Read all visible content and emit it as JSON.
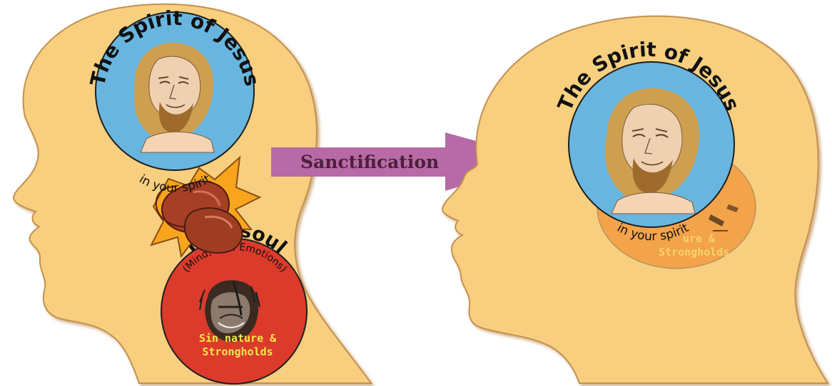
{
  "colors": {
    "head_fill": "#f7cf7f",
    "head_shadow": "#c38b3f",
    "spirit_fill": "#68b6df",
    "soul_fill": "#dc3a2b",
    "soul_faded_fill": "#f3a046",
    "arrow_fill": "#b76aa6",
    "stronghold_text": "#f1e84a"
  },
  "left_head": {
    "spirit_circle": {
      "title": "The Spirit of Jesus",
      "subtitle": "in your spirit",
      "icon": "jesus-portrait-icon"
    },
    "conflict": {
      "icon": "boxing-gloves-clash-icon"
    },
    "soul_circle": {
      "title": "Your soul",
      "subtitle": "(Mind, Will, Emotions)",
      "line1": "Sin nature &",
      "line2": "Strongholds",
      "icon": "shadowed-face-icon"
    }
  },
  "arrow": {
    "label": "Sanctification",
    "icon": "right-arrow-icon"
  },
  "right_head": {
    "spirit_circle": {
      "title": "The Spirit of Jesus",
      "subtitle": "in your spirit",
      "icon": "jesus-portrait-icon"
    },
    "soul_faded": {
      "line1": "ure &",
      "line2": "Strongholds"
    }
  }
}
